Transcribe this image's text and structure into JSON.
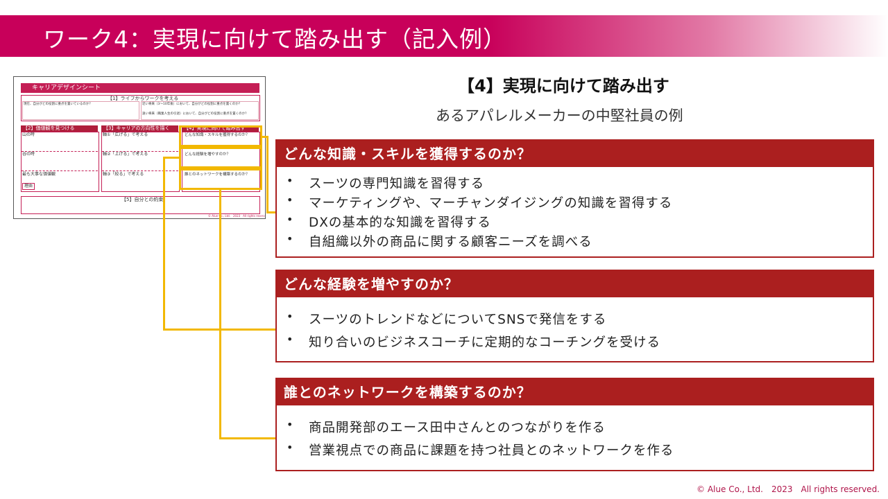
{
  "slide": {
    "title": "ワーク4：実現に向けて踏み出す（記入例）",
    "heading": "【4】実現に向けて踏み出す",
    "subheading": "あるアパレルメーカーの中堅社員の例",
    "copyright": "© Alue Co., Ltd.　2023　All rights reserved."
  },
  "thumbnail": {
    "sheet_title": "キャリアデザインシート",
    "section1": "【1】ライフからワークを考える",
    "section1_left": "現在、自分がどの役割に重点を置いているのか？",
    "section1_right_top": "近い将来（3〜10年後）において、自分がどの役割に重点を置くのか？",
    "section1_right_bottom": "遠い将来（職業人生の引退）において、自分がどの役割に重点を置くのか？",
    "section2": "【2】価値観を見つける",
    "section2_items": [
      "山の時",
      "谷の時",
      "最も大事な価値観"
    ],
    "section2_reason": "理由",
    "section3": "【3】キャリアの方向性を描く",
    "section3_items": [
      "軸①「広げる」で考える",
      "軸②「上げる」で考える",
      "軸③「絞る」で考える"
    ],
    "section4": "【4】実現に向けて踏み出す",
    "section4_items": [
      "どんな知識・スキルを獲得するのか？",
      "どんな経験を増やすのか？",
      "誰とのネットワークを構築するのか？"
    ],
    "section5": "【5】自分との約束",
    "footer": "© Alue Co., Ltd.　2023　All rights reserved"
  },
  "cards": [
    {
      "title": "どんな知識・スキルを獲得するのか？",
      "items": [
        "スーツの専門知識を習得する",
        "マーケティングや、マーチャンダイジングの知識を習得する",
        "DXの基本的な知識を習得する",
        "自組織以外の商品に関する顧客ニーズを調べる"
      ]
    },
    {
      "title": "どんな経験を増やすのか？",
      "items": [
        "スーツのトレンドなどについてSNSで発信をする",
        "知り合いのビジネスコーチに定期的なコーチングを受ける"
      ]
    },
    {
      "title": "誰とのネットワークを構築するのか？",
      "items": [
        "商品開発部のエース田中さんとのつながりを作る",
        "営業視点での商品に課題を持つ社員とのネットワークを作る"
      ]
    }
  ],
  "colors": {
    "accent": "#c8005a",
    "card": "#ab1f1f",
    "highlight": "#f2b800"
  }
}
